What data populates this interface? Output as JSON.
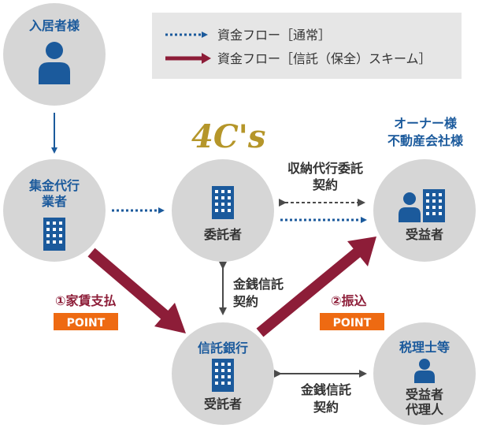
{
  "legend": {
    "normal": "資金フロー［通常］",
    "trust": "資金フロー［信託（保全）スキーム］"
  },
  "logo": {
    "text": "4C's"
  },
  "nodes": {
    "resident": {
      "title": "入居者様"
    },
    "collector": {
      "title_line1": "集金代行",
      "title_line2": "業者"
    },
    "trustor": {
      "role": "委託者"
    },
    "owner": {
      "title_line1": "オーナー様",
      "title_line2": "不動産会社様",
      "role": "受益者"
    },
    "bank": {
      "title": "信託銀行",
      "role": "受託者"
    },
    "tax": {
      "title": "税理士等",
      "role_line1": "受益者",
      "role_line2": "代理人"
    }
  },
  "edges": {
    "collection_contract": {
      "line1": "収納代行委託",
      "line2": "契約"
    },
    "trust_contract_vertical": {
      "line1": "金銭信託",
      "line2": "契約"
    },
    "trust_contract_bottom": {
      "line1": "金銭信託",
      "line2": "契約"
    },
    "rent_payment": {
      "label": "①家賃支払",
      "badge": "POINT"
    },
    "transfer": {
      "label": "②振込",
      "badge": "POINT"
    }
  },
  "colors": {
    "circle": "#d6d6d6",
    "blue": "#1b5a9c",
    "trust_red": "#8d1d38",
    "badge_orange": "#ee6a12",
    "legend_bg": "#e6e6e6"
  },
  "icons": {
    "person": "person-icon",
    "building": "building-icon"
  }
}
